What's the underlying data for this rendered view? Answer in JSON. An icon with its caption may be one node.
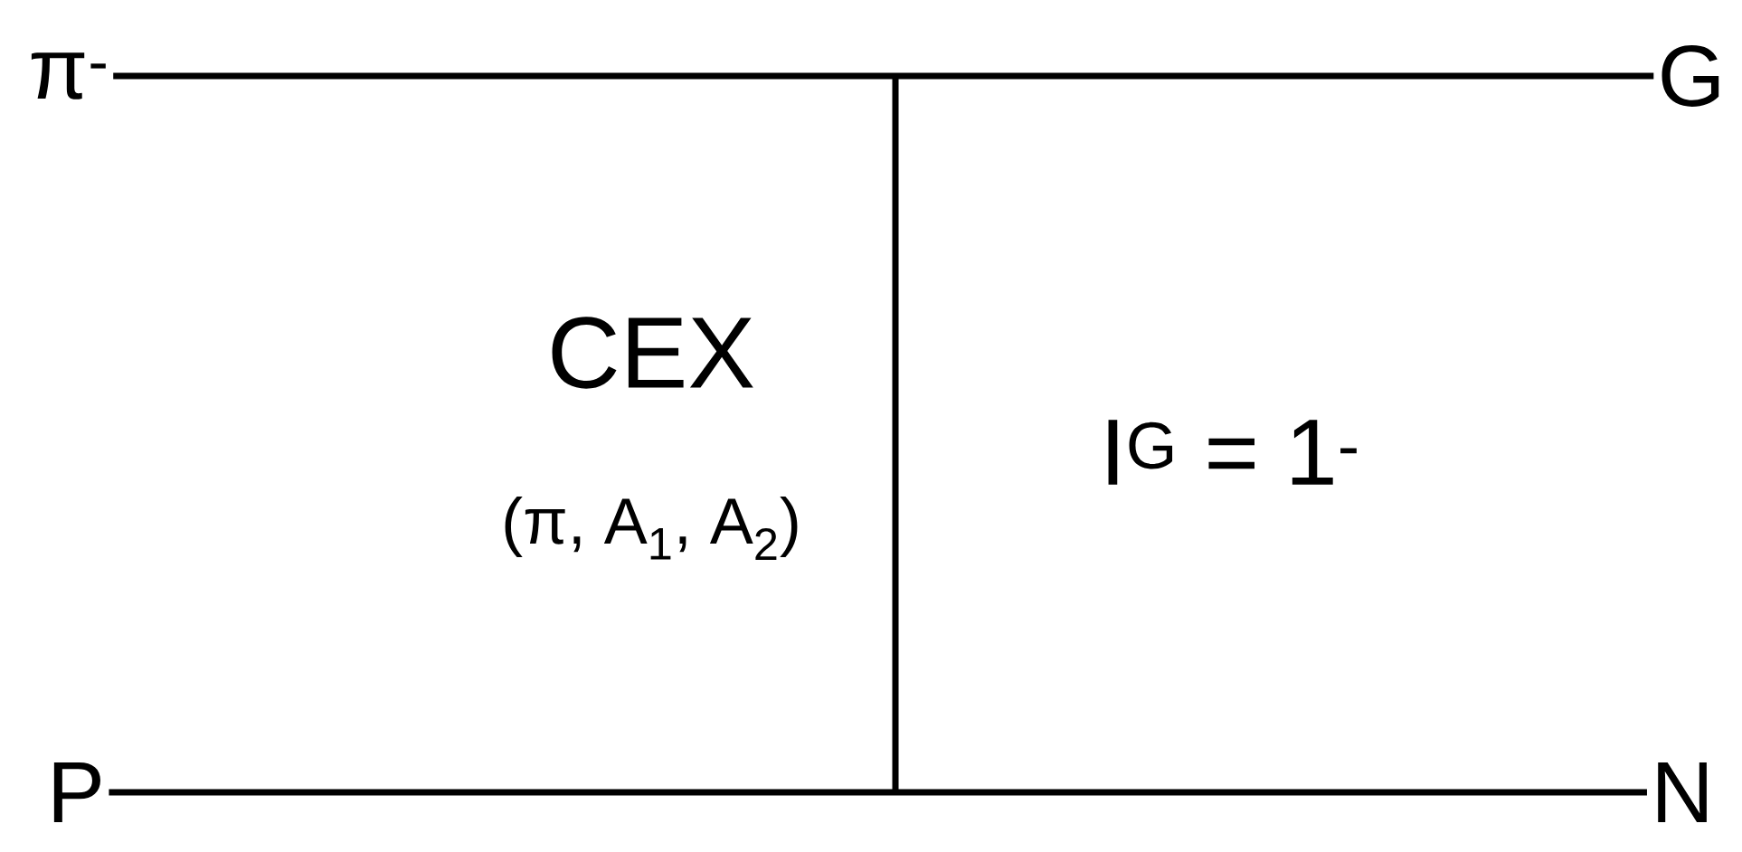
{
  "diagram": {
    "nodes": [
      {
        "text": [
          "π$^{-}$"
        ]
      },
      {
        "text": [
          "G"
        ]
      },
      {
        "text": [
          "P"
        ]
      },
      {
        "text": [
          "N"
        ]
      }
    ],
    "edges": [
      {
        "from": 0,
        "to": 1,
        "arrow": "none"
      },
      {
        "from": 2,
        "to": 3,
        "arrow": "none"
      }
    ],
    "labels": [
      "CEX",
      "(π, A$_{1}$, A$_{2}$)",
      "I$^{G}$ = 1$^{-}$"
    ]
  }
}
